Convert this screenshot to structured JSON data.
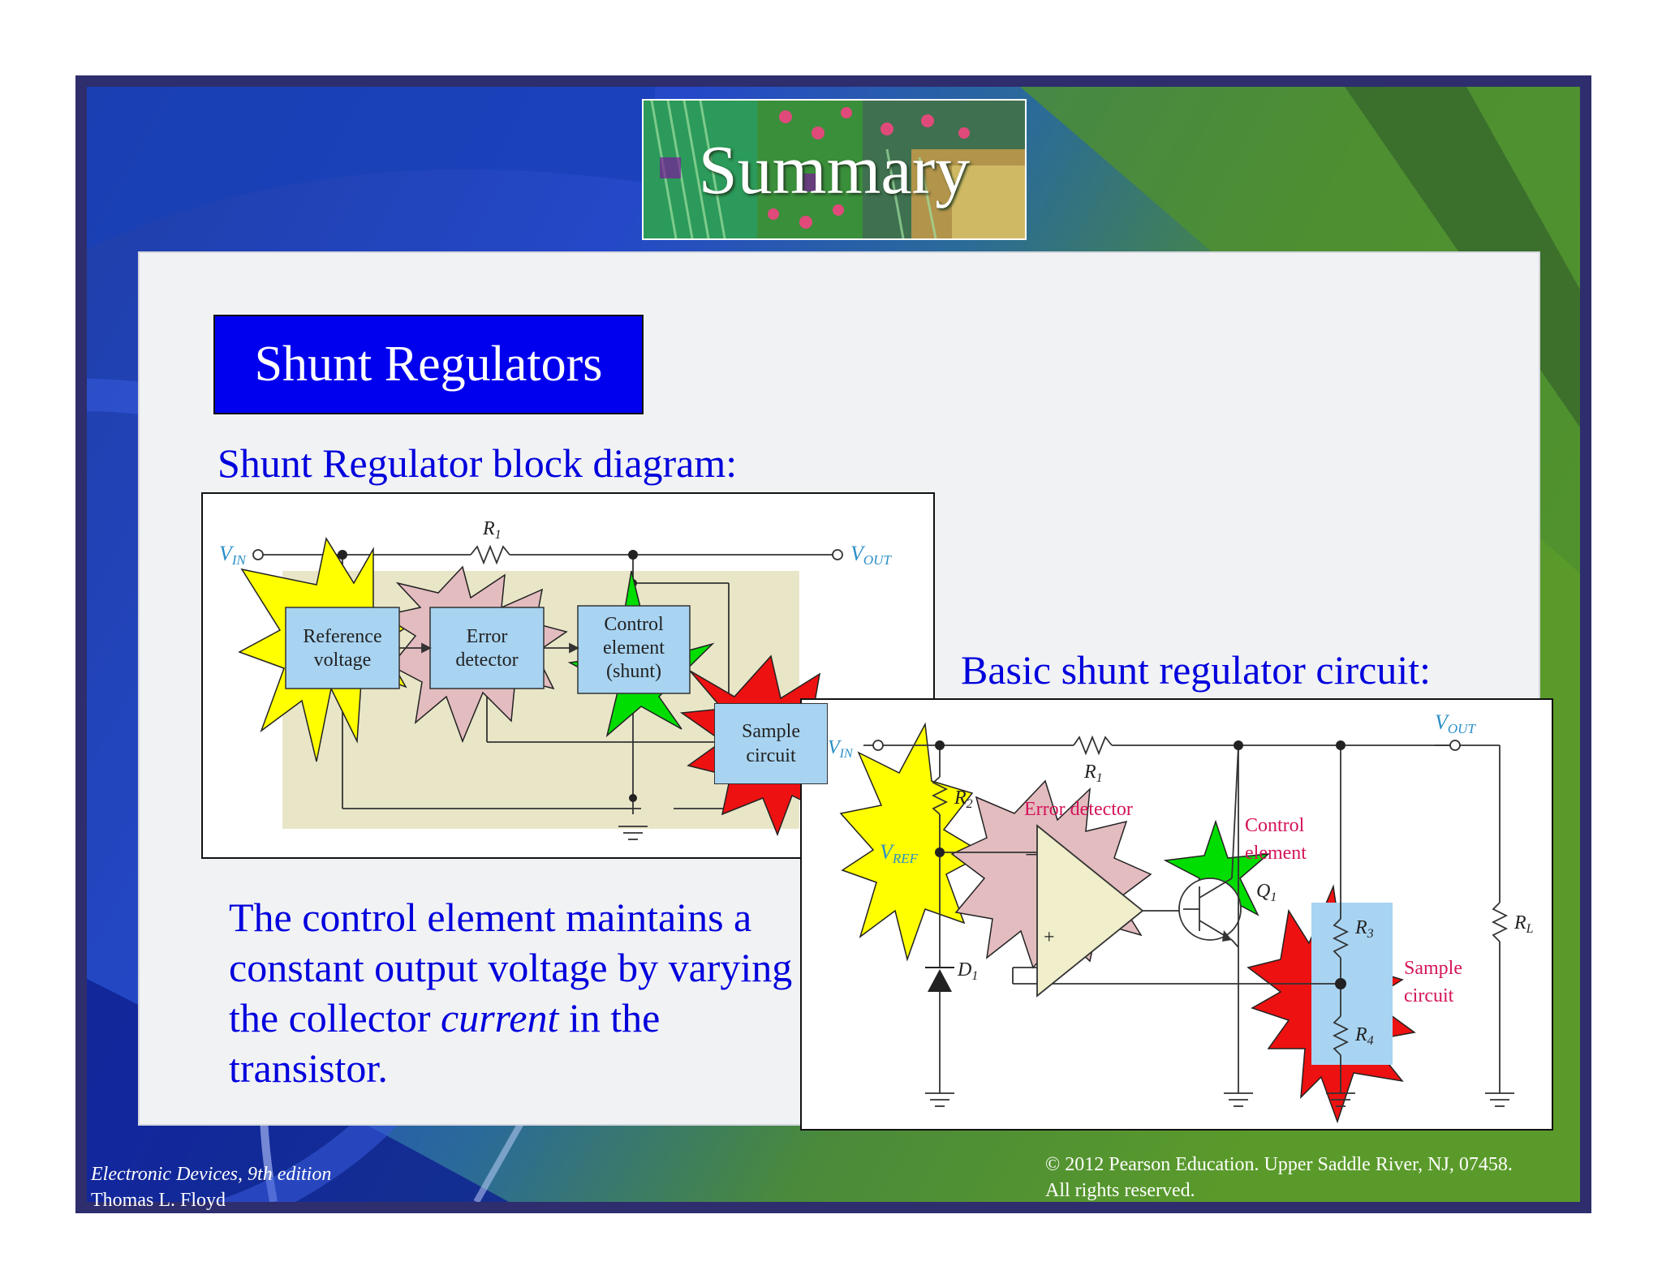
{
  "slide": {
    "title": "Summary",
    "section_title": "Shunt Regulators",
    "block_heading": "Shunt Regulator block diagram:",
    "circuit_heading": "Basic shunt regulator circuit:",
    "body_before_em": "The control element maintains a constant output voltage by varying the collector ",
    "body_em": "current",
    "body_after_em": " in the transistor."
  },
  "block_diagram": {
    "r1": "R",
    "r1_sub": "1",
    "vin": "V",
    "vin_sub": "IN",
    "vout": "V",
    "vout_sub": "OUT",
    "reference_line1": "Reference",
    "reference_line2": "voltage",
    "error_line1": "Error",
    "error_line2": "detector",
    "control_line1": "Control",
    "control_line2": "element",
    "control_line3": "(shunt)",
    "sample_line1": "Sample",
    "sample_line2": "circuit"
  },
  "circuit": {
    "vin": "V",
    "vin_sub": "IN",
    "vout": "V",
    "vout_sub": "OUT",
    "r1": "R",
    "r1_sub": "1",
    "r2": "R",
    "r2_sub": "2",
    "r3": "R",
    "r3_sub": "3",
    "r4": "R",
    "r4_sub": "4",
    "rl": "R",
    "rl_sub": "L",
    "vref": "V",
    "vref_sub": "REF",
    "d1": "D",
    "d1_sub": "1",
    "q1": "Q",
    "q1_sub": "1",
    "error_detector": "Error detector",
    "control_line1": "Control",
    "control_line2": "element",
    "sample_line1": "Sample",
    "sample_line2": "circuit",
    "minus": "−",
    "plus": "+"
  },
  "footer": {
    "book_title": "Electronic Devices, 9th edition",
    "author": "Thomas L. Floyd",
    "copyright_line1": "© 2012 Pearson Education. Upper Saddle River, NJ,  07458.",
    "copyright_line2": "All rights reserved."
  },
  "colors": {
    "slide_border": "#2e2d6e",
    "heading_blue": "#0000dd",
    "section_fill": "#0000ee",
    "burst_yellow": "#ffff00",
    "burst_green": "#00dd00",
    "burst_red": "#ee1111",
    "burst_pink": "#e3bcbf",
    "block_fill": "#a8d4f2",
    "label_red": "#d4145a",
    "label_cyan": "#2a8fc8"
  }
}
